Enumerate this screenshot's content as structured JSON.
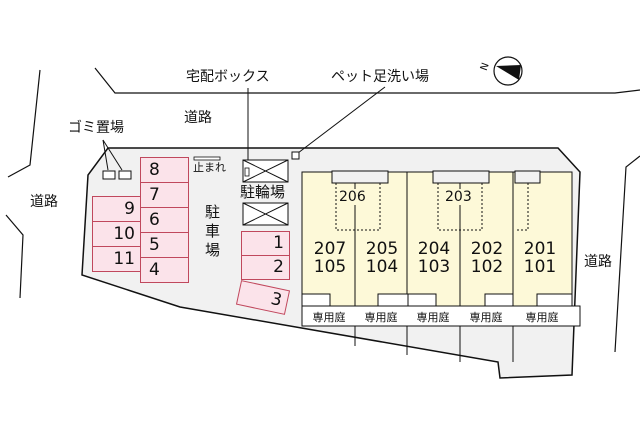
{
  "labels": {
    "delivery_box": "宅配ボックス",
    "pet_footwash": "ペット足洗い場",
    "garbage": "ゴミ置場",
    "road_top": "道路",
    "road_left": "道路",
    "road_right": "道路",
    "stop_sign": "止まれ",
    "bicycle_parking": "駐輪場",
    "car_parking": [
      "駐",
      "車",
      "場"
    ],
    "compass_letter": "N"
  },
  "parking_stalls": {
    "left_column": [
      "9",
      "10",
      "11"
    ],
    "middle_column": [
      "8",
      "7",
      "6",
      "5",
      "4"
    ],
    "right_column": [
      "1",
      "2",
      "3"
    ]
  },
  "building": {
    "upper_units": [
      "206",
      "203"
    ],
    "units": [
      {
        "upper": "207",
        "lower": "105",
        "garden": "専用庭"
      },
      {
        "upper": "205",
        "lower": "104",
        "garden": "専用庭"
      },
      {
        "upper": "204",
        "lower": "103",
        "garden": "専用庭"
      },
      {
        "upper": "202",
        "lower": "102",
        "garden": "専用庭"
      },
      {
        "upper": "201",
        "lower": "101",
        "garden": "専用庭"
      }
    ]
  },
  "colors": {
    "stall_fill": "#fbe3ea",
    "stall_border": "#c0485d",
    "unit_fill": "#fdf9d8",
    "lot_fill": "#f1f1f1"
  }
}
